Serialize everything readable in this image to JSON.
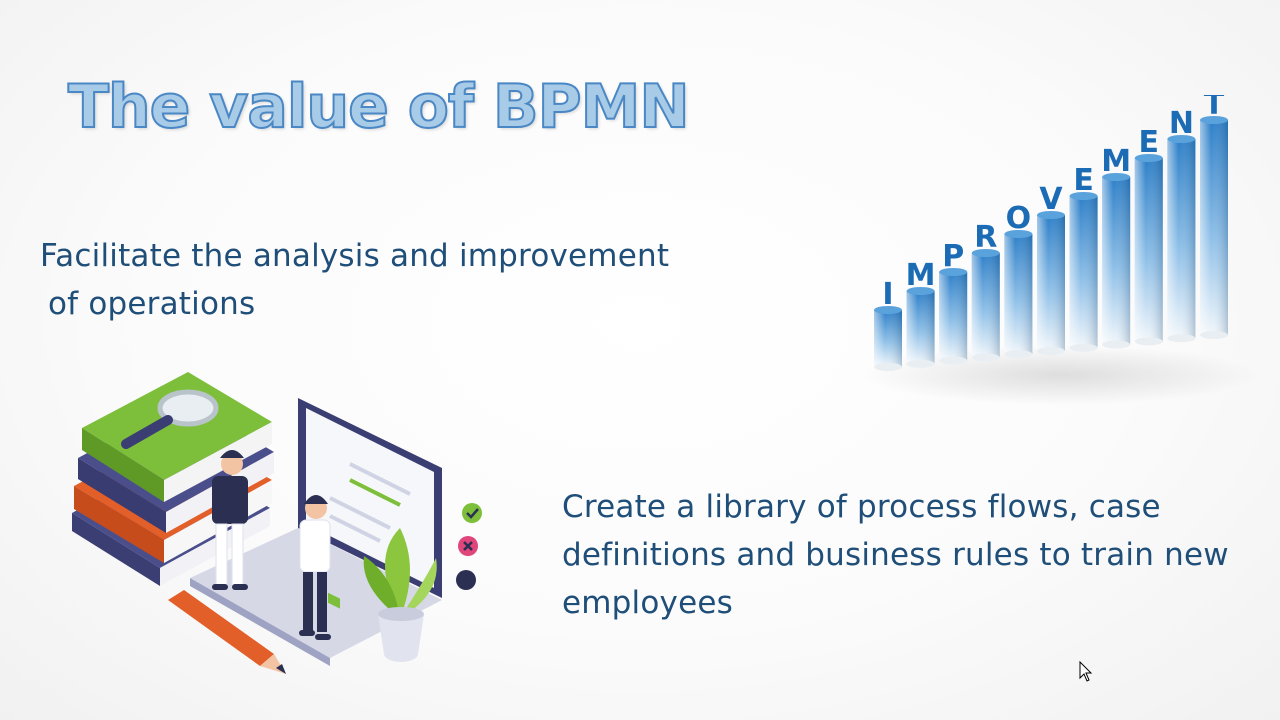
{
  "slide": {
    "title": "The value of BPMN",
    "bullets": [
      {
        "line1": "Facilitate the analysis and improvement",
        "line2": "of operations"
      },
      {
        "line1": "Create a library of process flows, case",
        "line2": "definitions and business rules to train new",
        "line3": "employees"
      }
    ],
    "graphic": {
      "letters": [
        "I",
        "M",
        "P",
        "R",
        "O",
        "V",
        "E",
        "M",
        "E",
        "N",
        "T"
      ],
      "icon": "improvement-bar-chart-icon"
    },
    "illustration_icon": "data-analysis-illustration-icon"
  },
  "colors": {
    "title_fill": "#a8cbe8",
    "title_outline": "#4a87c5",
    "text": "#1f4e79",
    "bar_blue": "#2d7fc8",
    "letters": "#1b6bb5"
  }
}
